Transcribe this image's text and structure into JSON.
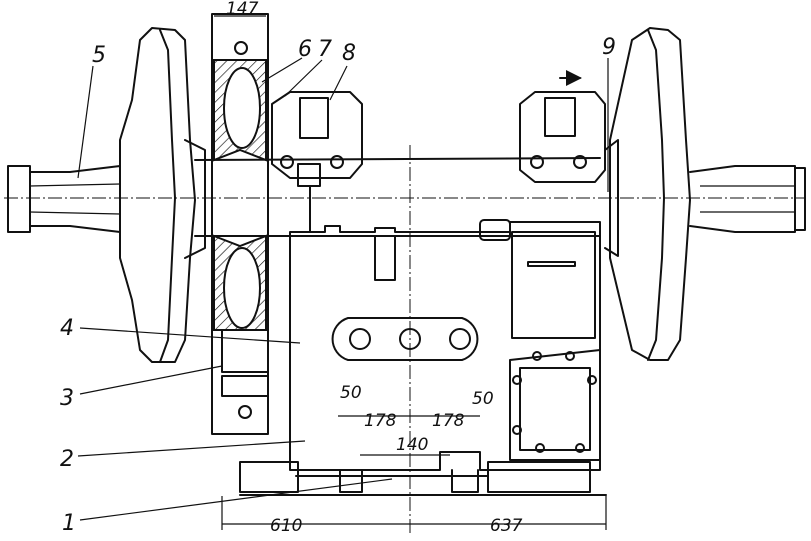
{
  "labels": {
    "part_5": "5",
    "part_6": "6",
    "part_7": "7",
    "part_8": "8",
    "part_9": "9",
    "part_4": "4",
    "part_3": "3",
    "part_2": "2",
    "part_1": "1"
  },
  "dimensions": {
    "top_width": "147",
    "slot_left": "50",
    "slot_right": "50",
    "left_offset": "178",
    "right_offset": "178",
    "center_gap": "140",
    "base_left": "610",
    "base_right": "637"
  }
}
